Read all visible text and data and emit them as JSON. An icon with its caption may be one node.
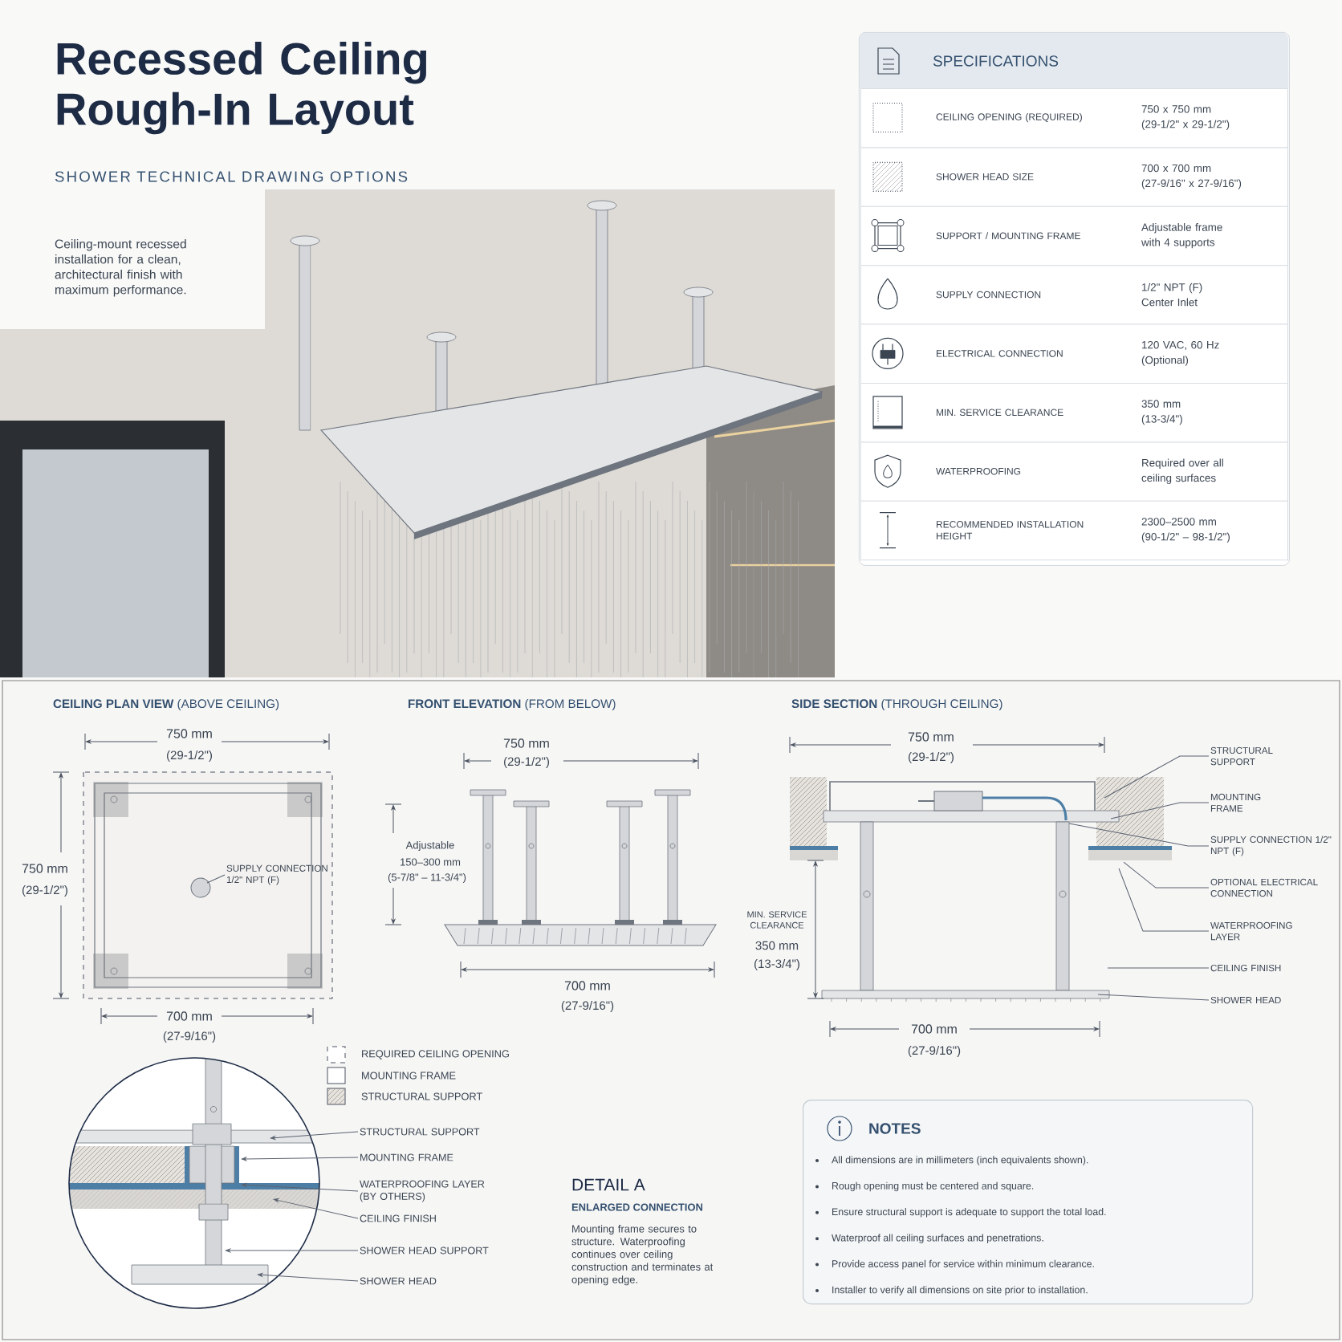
{
  "diagram": {
    "title": "Recessed Ceiling Rough-In Layout",
    "nodes": [
      {
        "text": [
          "SPECIFICATIONS"
        ]
      },
      {
        "text": [
          "CEILING OPENING (REQUIRED)",
          "750 x 750 mm (29-1/2\" x 29-1/2\")"
        ],
        "in": 0
      },
      {
        "text": [
          "SHOWER HEAD SIZE",
          "700 x 700 mm (27-9/16\" x 27-9/16\")"
        ],
        "in": 0
      },
      {
        "text": [
          "SUPPORT / MOUNTING FRAME",
          "Adjustable frame with 4 supports"
        ],
        "in": 0
      },
      {
        "text": [
          "SUPPLY CONNECTION",
          "1/2\" NPT (F) Center Inlet"
        ],
        "in": 0
      },
      {
        "text": [
          "ELECTRICAL CONNECTION",
          "120 VAC, 60 Hz (Optional)"
        ],
        "in": 0
      },
      {
        "text": [
          "MIN. SERVICE CLEARANCE",
          "350 mm (13-3/4\")"
        ],
        "in": 0
      },
      {
        "text": [
          "WATERPROOFING",
          "Required over all ceiling surfaces"
        ],
        "in": 0
      },
      {
        "text": [
          "RECOMMENDED INSTALLATION HEIGHT",
          "2300–2500 mm (90-1/2\" – 98-1/2\")"
        ],
        "in": 0
      },
      {
        "text": [
          "NOTES",
          "All dimensions are in millimeters (inch equivalents shown).",
          "Rough opening must be centered and square.",
          "Ensure structural support is adequate to support the total load.",
          "Waterproof all ceiling surfaces and penetrations.",
          "Provide access panel for service within minimum clearance.",
          "Installer to verify all dimensions on site prior to installation."
        ]
      },
      {
        "text": [
          "SUPPLY CONNECTION 1/2\" NPT (F)"
        ]
      },
      {
        "text": [
          "STRUCTURAL SUPPORT"
        ]
      },
      {
        "text": [
          "MOUNTING FRAME"
        ]
      },
      {
        "text": [
          "SUPPLY CONNECTION 1/2\" NPT (F)"
        ]
      },
      {
        "text": [
          "OPTIONAL ELECTRICAL CONNECTION"
        ]
      },
      {
        "text": [
          "WATERPROOFING LAYER"
        ]
      },
      {
        "text": [
          "CEILING FINISH"
        ]
      },
      {
        "text": [
          "SHOWER HEAD"
        ]
      },
      {
        "text": [
          "STRUCTURAL SUPPORT"
        ]
      },
      {
        "text": [
          "MOUNTING FRAME"
        ]
      },
      {
        "text": [
          "WATERPROOFING LAYER (BY OTHERS)"
        ]
      },
      {
        "text": [
          "CEILING FINISH"
        ]
      },
      {
        "text": [
          "SHOWER HEAD SUPPORT"
        ]
      },
      {
        "text": [
          "SHOWER HEAD"
        ]
      }
    ],
    "edges": [
      {
        "from": 10,
        "to": null,
        "arrow": "none"
      },
      {
        "from": 11,
        "to": null,
        "arrow": "none"
      },
      {
        "from": 12,
        "to": null,
        "arrow": "none"
      },
      {
        "from": 13,
        "to": null,
        "arrow": "none"
      },
      {
        "from": 14,
        "to": null,
        "arrow": "none"
      },
      {
        "from": 15,
        "to": null,
        "arrow": "none"
      },
      {
        "from": 16,
        "to": null,
        "arrow": "none"
      },
      {
        "from": 17,
        "to": null,
        "arrow": "none"
      },
      {
        "from": 18,
        "to": null,
        "arrow": "to"
      },
      {
        "from": 19,
        "to": null,
        "arrow": "to"
      },
      {
        "from": 20,
        "to": null,
        "arrow": "to"
      },
      {
        "from": 21,
        "to": null,
        "arrow": "to"
      },
      {
        "from": 22,
        "to": null,
        "arrow": "to"
      },
      {
        "from": 23,
        "to": null,
        "arrow": "to"
      }
    ],
    "labels": [
      "SHOWER TECHNICAL DRAWING OPTIONS",
      "Ceiling-mount recessed installation for a clean, architectural finish with maximum performance.",
      "**CEILING PLAN VIEW** (ABOVE CEILING)",
      "**FRONT ELEVATION** (FROM BELOW)",
      "**SIDE SECTION** (THROUGH CEILING)",
      "750 mm",
      "(29-1/2\")",
      "750 mm",
      "(29-1/2\")",
      "750 mm",
      "(29-1/2\")",
      "Adjustable",
      "150–300 mm",
      "(5-7/8\" – 11-3/4\")",
      "750 mm",
      "(29-1/2\")",
      "MIN. SERVICE CLEARANCE",
      "350 mm",
      "(13-3/4\")",
      "700 mm",
      "(27-9/16\")",
      "700 mm",
      "(27-9/16\")",
      "700 mm",
      "(27-9/16\")",
      "DETAIL A",
      "ENLARGED CONNECTION",
      "Mounting frame secures to structure. Waterproofing continues over ceiling construction and terminates at opening edge."
    ],
    "legend": [
      {
        "text": "REQUIRED CEILING OPENING"
      },
      {
        "text": "MOUNTING FRAME"
      },
      {
        "text": "STRUCTURAL SUPPORT"
      }
    ]
  }
}
